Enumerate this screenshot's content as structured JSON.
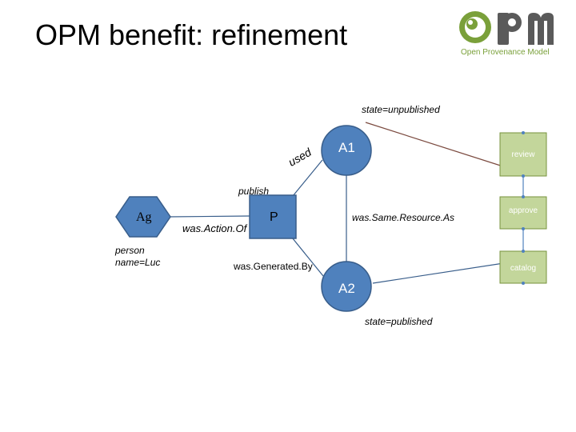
{
  "slide": {
    "title": "OPM benefit: refinement"
  },
  "logo": {
    "tagline": "Open Provenance Model",
    "colors": {
      "green": "#7aa03a",
      "gray": "#5a5a5a"
    }
  },
  "diagram": {
    "nodes": {
      "a1": "A1",
      "a2": "A2",
      "p": "P",
      "ag": "Ag"
    },
    "boxes": {
      "review": "review",
      "approve": "approve",
      "catalog": "catalog"
    },
    "annotations": {
      "state_unpublished": "state=unpublished",
      "state_published": "state=published",
      "person": "person",
      "name": "name=Luc",
      "publish": "publish"
    },
    "edges": {
      "used": "used",
      "was_action_of": "was.Action.Of",
      "was_generated_by": "was.Generated.By",
      "was_same_resource_as": "was.Same.Resource.As"
    },
    "colors": {
      "node_fill": "#4f81bd",
      "node_stroke": "#385d8a",
      "box_fill": "#c3d69b",
      "box_stroke": "#77933c",
      "edge_a1_review": "#7b4a3f",
      "edge_review_approve": "#4f81bd"
    }
  }
}
